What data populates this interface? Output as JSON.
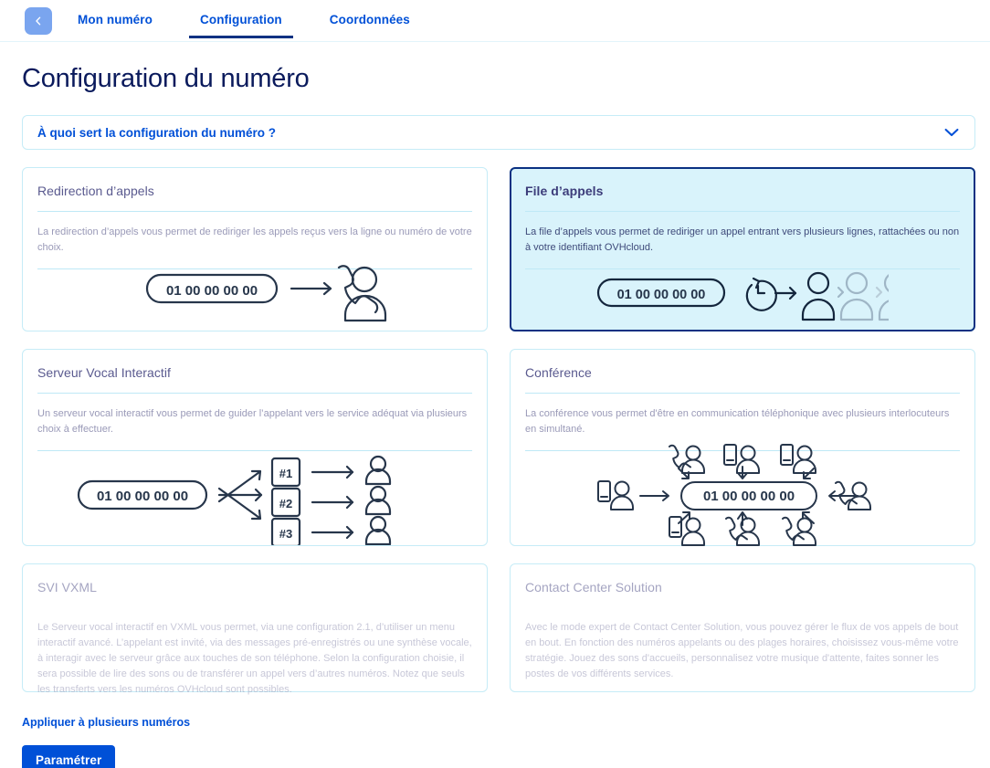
{
  "header": {
    "back_icon": "chevron-left-icon",
    "tabs": [
      {
        "label": "Mon numéro",
        "active": false
      },
      {
        "label": "Configuration",
        "active": true
      },
      {
        "label": "Coordonnées",
        "active": false
      }
    ]
  },
  "page_title": "Configuration du numéro",
  "accordion": {
    "label": "À quoi sert la configuration du numéro ?",
    "chevron_icon": "chevron-down-icon",
    "expanded": false
  },
  "cards": [
    {
      "id": "redirection",
      "title": "Redirection d’appels",
      "description": "La redirection d’appels vous permet de rediriger les appels reçus vers la ligne ou numéro de votre choix.",
      "number": "01 00 00 00 00",
      "selected": false,
      "muted": false
    },
    {
      "id": "file-appels",
      "title": "File d’appels",
      "description": "La file d’appels vous permet de rediriger un appel entrant vers plusieurs lignes, rattachées ou non à votre identifiant OVHcloud.",
      "number": "01 00 00 00 00",
      "selected": true,
      "muted": false
    },
    {
      "id": "svi",
      "title": "Serveur Vocal Interactif",
      "description": "Un serveur vocal interactif vous permet de guider l’appelant vers le service adéquat via plusieurs choix à effectuer.",
      "number": "01 00 00 00 00",
      "choices": [
        "#1",
        "#2",
        "#3"
      ],
      "selected": false,
      "muted": false
    },
    {
      "id": "conference",
      "title": "Conférence",
      "description": "La conférence vous permet d'être en communication téléphonique avec plusieurs interlocuteurs en simultané.",
      "number": "01 00 00 00 00",
      "selected": false,
      "muted": false
    },
    {
      "id": "svi-vxml",
      "title": "SVI VXML",
      "description": "Le Serveur vocal interactif en VXML vous permet, via une configuration 2.1, d’utiliser un menu interactif avancé. L’appelant est invité, via des messages pré-enregistrés ou une synthèse vocale, à interagir avec le serveur grâce aux touches de son téléphone. Selon la configuration choisie, il sera possible de lire des sons ou de transférer un appel vers d’autres numéros. Notez que seuls les transferts vers les numéros OVHcloud sont possibles.",
      "selected": false,
      "muted": true
    },
    {
      "id": "contact-center",
      "title": "Contact Center Solution",
      "description": "Avec le mode expert de Contact Center Solution, vous pouvez gérer le flux de vos appels de bout en bout. En fonction des numéros appelants ou des plages horaires, choisissez vous-même votre stratégie. Jouez des sons d'accueils, personnalisez votre musique d'attente, faites sonner les postes de vos différents services.",
      "selected": false,
      "muted": true
    }
  ],
  "footer": {
    "multi_link": "Appliquer à plusieurs numéros",
    "primary_button": "Paramétrer"
  },
  "colors": {
    "brand_blue": "#0050d7",
    "dark_navy": "#0a3182",
    "title_navy": "#0a1a5c",
    "card_border": "#c6ecf7",
    "selected_bg": "#d9f3fb",
    "art_stroke": "#27364b",
    "muted_text": "#9a9ab8"
  }
}
